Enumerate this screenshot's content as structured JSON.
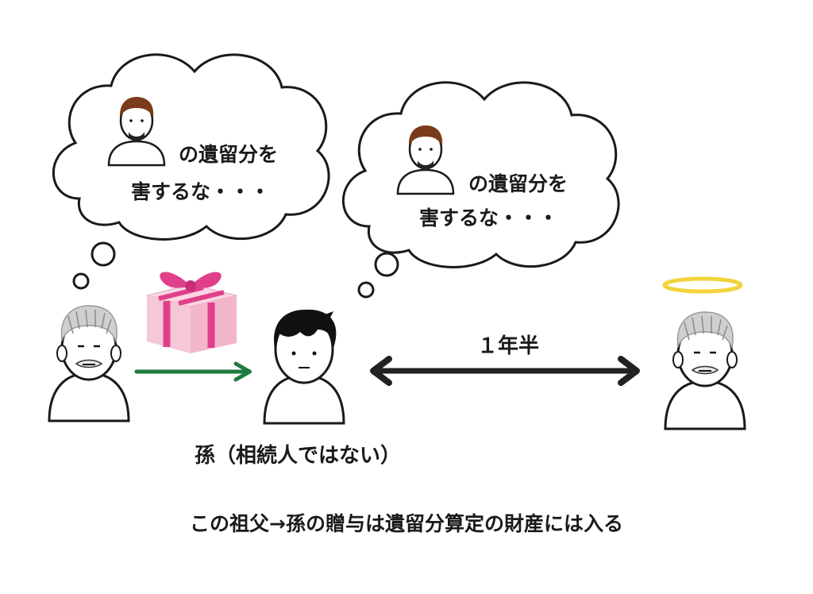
{
  "bubble_left": {
    "line1": "の遺留分を",
    "line2": "害するな・・・"
  },
  "bubble_right": {
    "line1": "の遺留分を",
    "line2": "害するな・・・"
  },
  "duration_label": "１年半",
  "grandchild_label": "孫（相続人ではない）",
  "caption": "この祖父→孫の贈与は遺留分算定の財産には入る",
  "colors": {
    "gift_arrow": "#1f7a3e",
    "period_arrow": "#222222",
    "gift_box": "#f6c7d6",
    "ribbon": "#e0408a",
    "halo": "#f2d33a",
    "father_hair": "#7a3b1a",
    "grandfather_hair": "#cfcfcf",
    "grandchild_hair": "#111111"
  }
}
